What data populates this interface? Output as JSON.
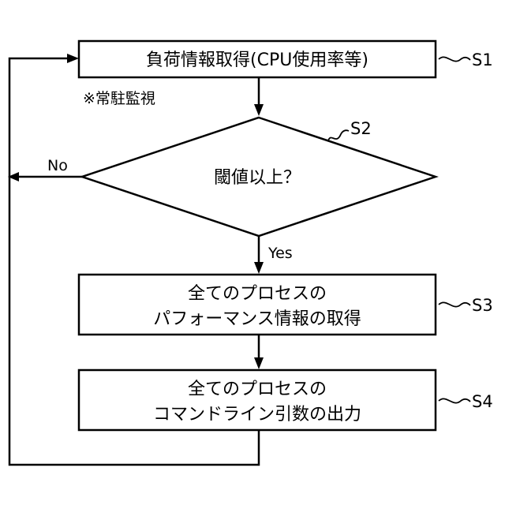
{
  "steps": {
    "s1": {
      "id": "S1",
      "text": "負荷情報取得(CPU使用率等)"
    },
    "s2": {
      "id": "S2",
      "text": "閾値以上？"
    },
    "s3": {
      "id": "S3",
      "line1": "全てのプロセスの",
      "line2": "パフォーマンス情報の取得"
    },
    "s4": {
      "id": "S4",
      "line1": "全てのプロセスの",
      "line2": "コマンドライン引数の出力"
    }
  },
  "note": "※常駐監視",
  "branches": {
    "yes": "Yes",
    "no": "No"
  }
}
